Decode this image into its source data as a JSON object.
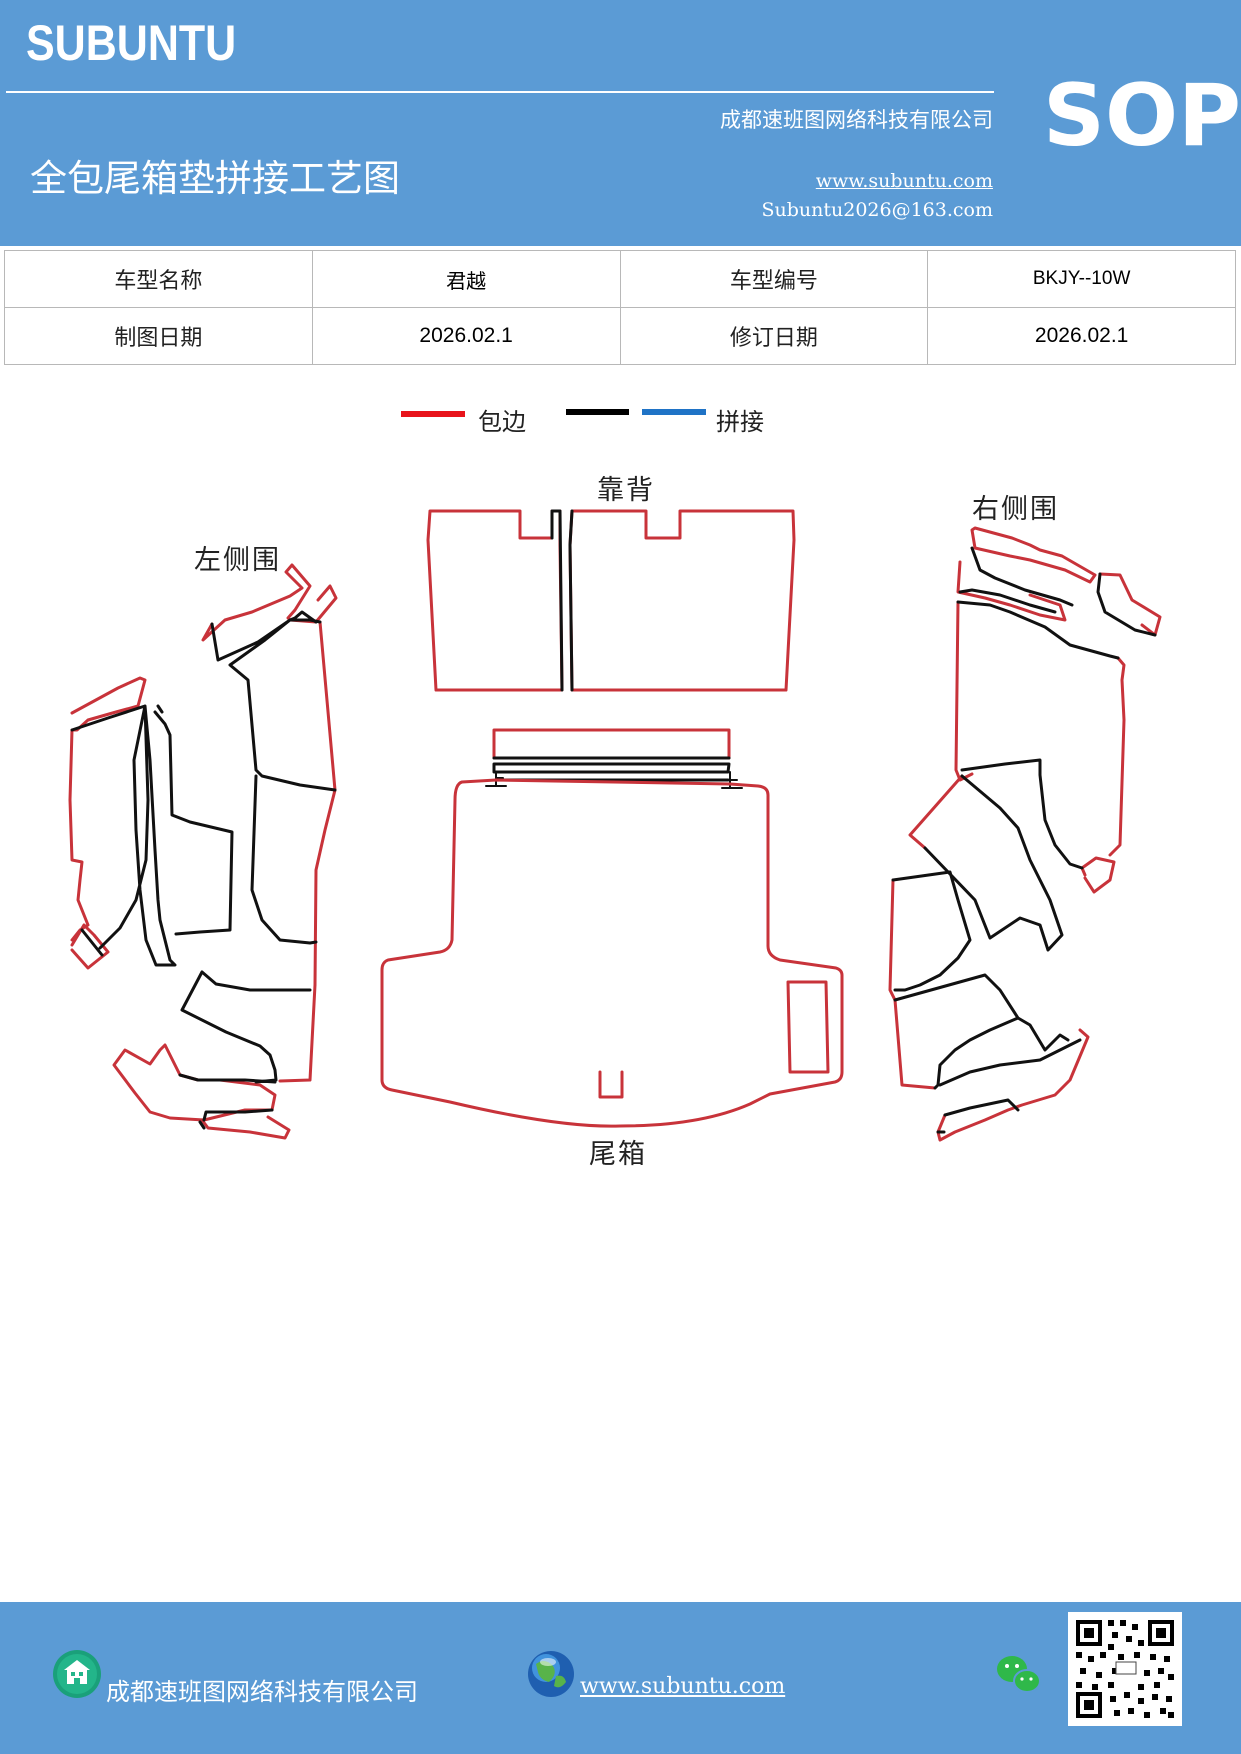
{
  "header": {
    "logo": "SUBUNTU",
    "company": "成都速班图网络科技有限公司",
    "title": "全包尾箱垫拼接工艺图",
    "website": "www.subuntu.com",
    "email": "Subuntu2026@163.com",
    "badge": "SOP"
  },
  "info_table": {
    "rows": [
      {
        "label1": "车型名称",
        "value1": "君越",
        "label2": "车型编号",
        "value2": "BKJY--10W"
      },
      {
        "label1": "制图日期",
        "value1": "2026.02.1",
        "label2": "修订日期",
        "value2": "2026.02.1"
      }
    ]
  },
  "legend": {
    "items": [
      {
        "label": "包边",
        "color": "#e8141b"
      },
      {
        "label": "",
        "color": "#000000"
      },
      {
        "label": "拼接",
        "color": "#1f73c6"
      }
    ]
  },
  "parts": {
    "backrest": "靠背",
    "left_side": "左侧围",
    "right_side": "右侧围",
    "trunk": "尾箱"
  },
  "colors": {
    "header_bg": "#5b9bd5",
    "edge_red": "#c8333a",
    "seam_black": "#111111"
  },
  "footer": {
    "company": "成都速班图网络科技有限公司",
    "website": "www.subuntu.com",
    "icons": [
      "building-icon",
      "globe-icon",
      "wechat-icon",
      "qr-code"
    ]
  }
}
